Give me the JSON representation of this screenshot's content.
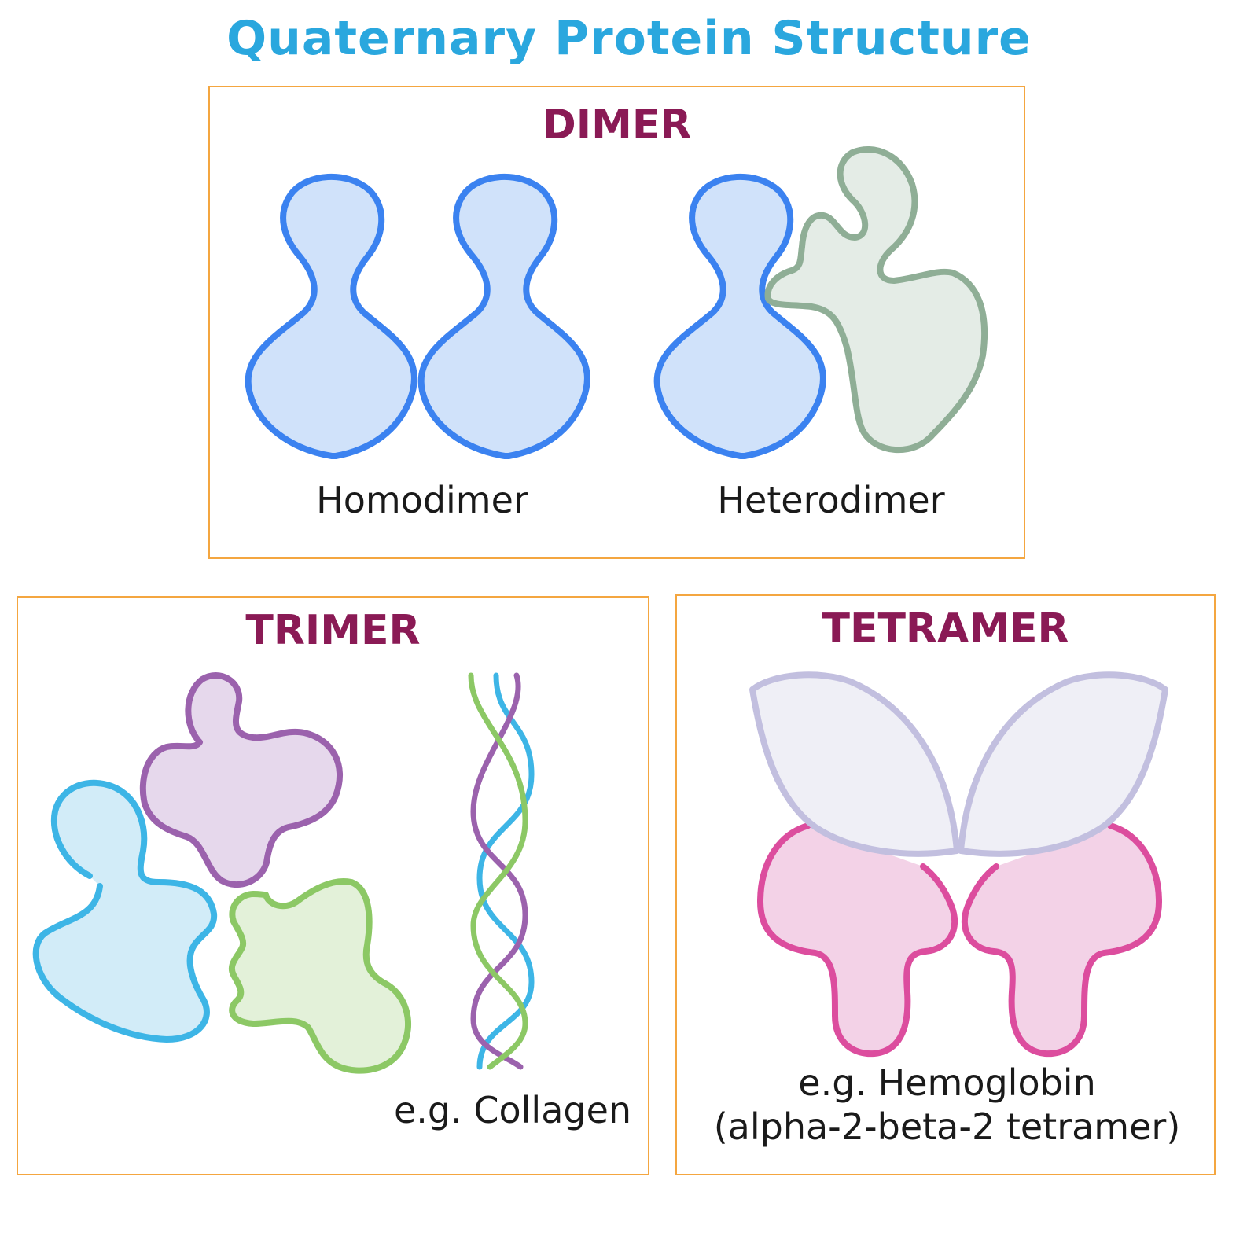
{
  "title": "Quaternary Protein Structure",
  "dimer": {
    "heading": "DIMER",
    "homodimer_label": "Homodimer",
    "heterodimer_label": "Heterodimer"
  },
  "trimer": {
    "heading": "TRIMER",
    "example_label": "e.g. Collagen"
  },
  "tetramer": {
    "heading": "TETRAMER",
    "example_line1": "e.g. Hemoglobin",
    "example_line2": "(alpha-2-beta-2 tetramer)"
  },
  "colors": {
    "title": "#2aa7de",
    "heading": "#8a1a55",
    "panel_border": "#f4a640",
    "blue_stroke": "#3b82f0",
    "blue_fill": "#d0e2fa",
    "sage_stroke": "#8fae96",
    "sage_fill": "#e4ece6",
    "cyan_stroke": "#3db5e6",
    "cyan_fill": "#d2ecf8",
    "purple_stroke": "#9b62ad",
    "purple_fill": "#e6d8ec",
    "green_stroke": "#8cc865",
    "green_fill": "#e3f1d9",
    "lavender_stroke": "#c2bfdf",
    "lavender_fill": "#efeff6",
    "pink_stroke": "#dc4d9e",
    "pink_fill": "#f3d2e7"
  }
}
